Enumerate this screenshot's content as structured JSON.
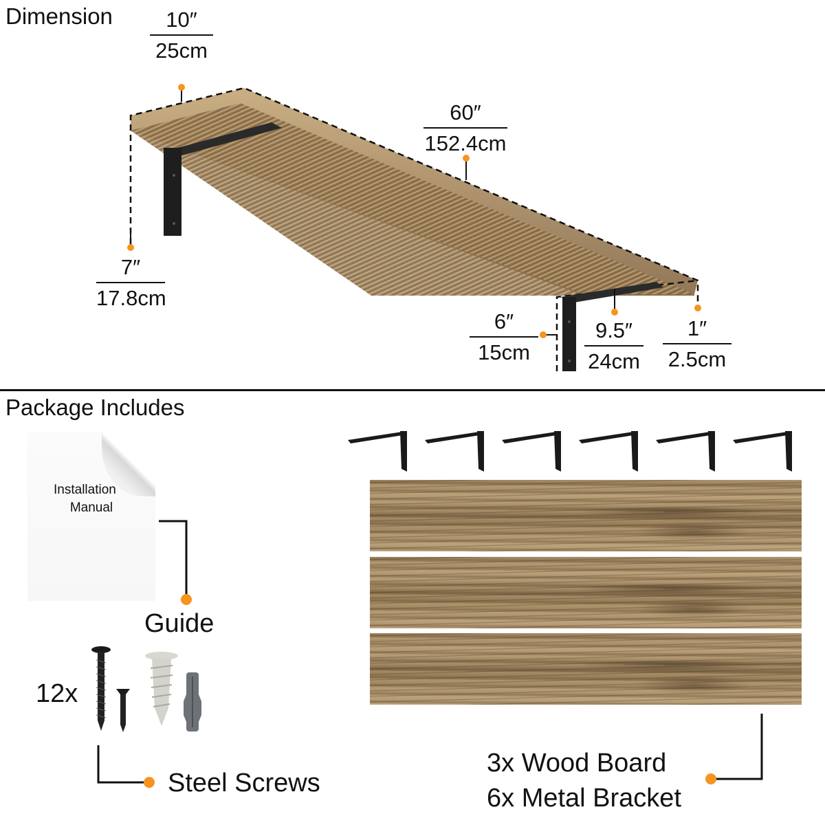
{
  "colors": {
    "accent_dot": "#F7941D",
    "text": "#111111",
    "bracket": "#1e1e1e",
    "wood_mid": "#a08660"
  },
  "dimension_section": {
    "title": "Dimension",
    "measurements": [
      {
        "id": "depth",
        "imperial": "10″",
        "metric": "25cm"
      },
      {
        "id": "length",
        "imperial": "60″",
        "metric": "152.4cm"
      },
      {
        "id": "bracket_height",
        "imperial": "7″",
        "metric": "17.8cm"
      },
      {
        "id": "bracket_drop",
        "imperial": "6″",
        "metric": "15cm"
      },
      {
        "id": "bracket_arm",
        "imperial": "9.5″",
        "metric": "24cm"
      },
      {
        "id": "thickness",
        "imperial": "1″",
        "metric": "2.5cm"
      }
    ]
  },
  "package_section": {
    "title": "Package Includes",
    "manual": {
      "line1": "Installation",
      "line2": "Manual",
      "label": "Guide"
    },
    "screws": {
      "quantity": "12x",
      "label": "Steel Screws",
      "icons": [
        "long-screw-icon",
        "short-screw-icon",
        "drywall-anchor-icon",
        "plastic-anchor-icon"
      ]
    },
    "boards": {
      "count": 3,
      "line1": "3x Wood Board",
      "line2": "6x Metal Bracket"
    },
    "brackets": {
      "count": 6
    }
  }
}
